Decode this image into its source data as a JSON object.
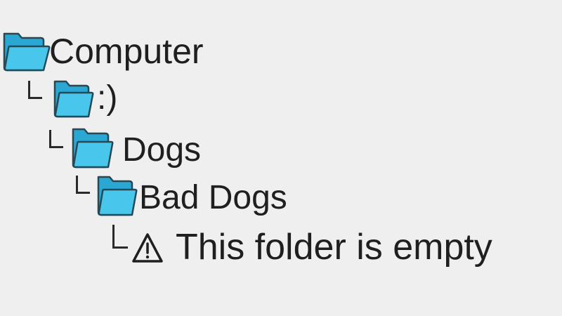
{
  "tree": {
    "items": [
      {
        "label": "Computer",
        "icon": "folder-icon",
        "depth": 0
      },
      {
        "label": ":)",
        "icon": "folder-icon",
        "depth": 1
      },
      {
        "label": "Dogs",
        "icon": "folder-icon",
        "depth": 2
      },
      {
        "label": "Bad Dogs",
        "icon": "folder-icon",
        "depth": 3
      },
      {
        "label": "This folder is empty",
        "icon": "warning-icon",
        "depth": 4
      }
    ]
  },
  "colors": {
    "background": "#efefef",
    "text": "#1f1f1f",
    "folder_fill": "#49c6ec",
    "folder_dark": "#2aa7d2",
    "folder_outline": "#244a58"
  }
}
